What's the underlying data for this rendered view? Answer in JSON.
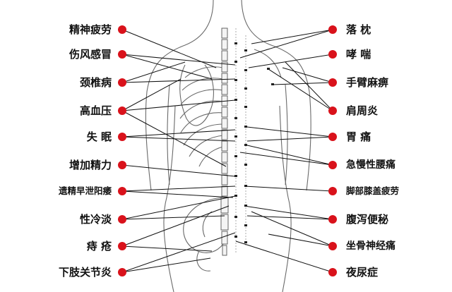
{
  "colors": {
    "dot": "#d9121b",
    "line": "#111111",
    "outline": "#6a6a6a",
    "text": "#111111"
  },
  "left_labels": [
    "精神疲劳",
    "伤风感冒",
    "颈椎病",
    "高血压",
    "失 眠",
    "增加精力",
    "遗精早泄阳痿",
    "性冷淡",
    "痔 疮",
    "下肢关节炎"
  ],
  "right_labels": [
    "落 枕",
    "哮 喘",
    "手臂麻痹",
    "肩周炎",
    "胃 痛",
    "急慢性腰痛",
    "脚部膝盖疲劳",
    "腹泻便秘",
    "坐骨神经痛",
    "夜尿症"
  ]
}
